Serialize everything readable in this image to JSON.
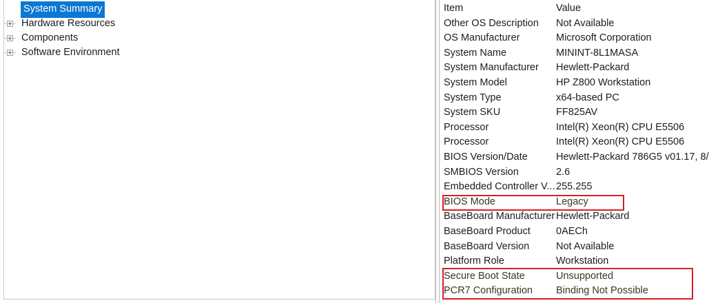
{
  "tree": {
    "items": [
      {
        "label": "System Summary",
        "expandable": false,
        "selected": true
      },
      {
        "label": "Hardware Resources",
        "expandable": true,
        "selected": false
      },
      {
        "label": "Components",
        "expandable": true,
        "selected": false
      },
      {
        "label": "Software Environment",
        "expandable": true,
        "selected": false
      }
    ]
  },
  "details": {
    "columns": {
      "item": "Item",
      "value": "Value"
    },
    "rows": [
      {
        "item": "Other OS Description",
        "value": "Not Available",
        "highlight": false
      },
      {
        "item": "OS Manufacturer",
        "value": "Microsoft Corporation",
        "highlight": false
      },
      {
        "item": "System Name",
        "value": "MININT-8L1MASA",
        "highlight": false
      },
      {
        "item": "System Manufacturer",
        "value": "Hewlett-Packard",
        "highlight": false
      },
      {
        "item": "System Model",
        "value": "HP Z800 Workstation",
        "highlight": false
      },
      {
        "item": "System Type",
        "value": "x64-based PC",
        "highlight": false
      },
      {
        "item": "System SKU",
        "value": "FF825AV",
        "highlight": false
      },
      {
        "item": "Processor",
        "value": "Intel(R) Xeon(R) CPU           E5506",
        "highlight": false
      },
      {
        "item": "Processor",
        "value": "Intel(R) Xeon(R) CPU           E5506",
        "highlight": false
      },
      {
        "item": "BIOS Version/Date",
        "value": "Hewlett-Packard 786G5 v01.17, 8/",
        "highlight": false
      },
      {
        "item": "SMBIOS Version",
        "value": "2.6",
        "highlight": false
      },
      {
        "item": "Embedded Controller V...",
        "value": "255.255",
        "highlight": false
      },
      {
        "item": "BIOS Mode",
        "value": "Legacy",
        "highlight": true
      },
      {
        "item": "BaseBoard Manufacturer",
        "value": "Hewlett-Packard",
        "highlight": false
      },
      {
        "item": "BaseBoard Product",
        "value": "0AECh",
        "highlight": false
      },
      {
        "item": "BaseBoard Version",
        "value": "Not Available",
        "highlight": false
      },
      {
        "item": "Platform Role",
        "value": "Workstation",
        "highlight": false
      },
      {
        "item": "Secure Boot State",
        "value": "Unsupported",
        "highlight": true
      },
      {
        "item": "PCR7 Configuration",
        "value": "Binding Not Possible",
        "highlight": true
      }
    ]
  },
  "annotations": {
    "color": "#d42026",
    "boxes": [
      {
        "name": "bios-mode-callout",
        "rows": [
          "BIOS Mode"
        ]
      },
      {
        "name": "secure-boot-callout",
        "rows": [
          "Secure Boot State",
          "PCR7 Configuration"
        ]
      }
    ]
  },
  "colors": {
    "selection": "#0a78d4",
    "selection_text": "#ffffff",
    "text": "#1c1c1c",
    "border": "#c8c8c8",
    "annotation": "#d42026"
  }
}
